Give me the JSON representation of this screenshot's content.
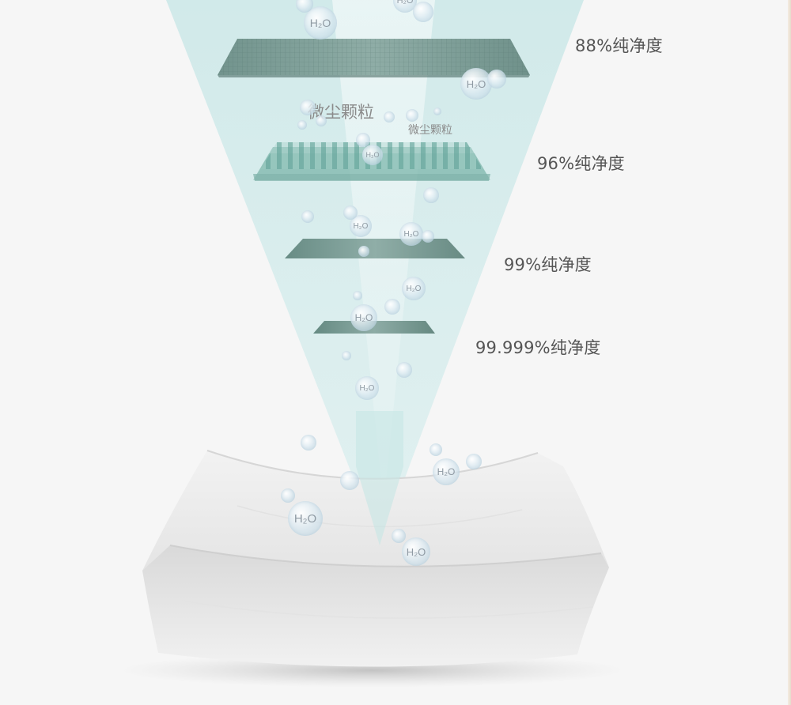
{
  "layers": [
    {
      "purity_label": "88%纯净度"
    },
    {
      "purity_label": "96%纯净度"
    },
    {
      "purity_label": "99%纯净度"
    },
    {
      "purity_label": "99.999%纯净度"
    }
  ],
  "particle_labels": {
    "dust_large": "微尘颗粒",
    "dust_small": "微尘颗粒",
    "water": "H₂O"
  },
  "colors": {
    "background": "#f6f6f6",
    "light_cone": "#cfe8e8",
    "filter_dark": "#5f857e",
    "filter_teal": "#7fb7ae",
    "tissue": "#ececec",
    "label_text": "#555555"
  }
}
